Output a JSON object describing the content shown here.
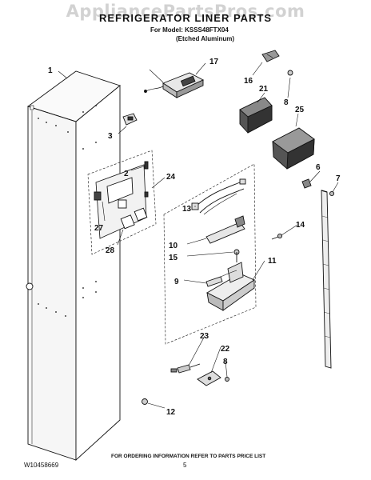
{
  "header": {
    "watermark": "AppliancePartsPros.com",
    "title": "REFRIGERATOR LINER PARTS",
    "model_line": "For Model: KSSS48FTX04",
    "finish_line": "(Etched Aluminum)"
  },
  "callouts": {
    "c1": "1",
    "c2": "2",
    "c3": "3",
    "c6": "6",
    "c7": "7",
    "c8a": "8",
    "c8b": "8",
    "c9": "9",
    "c10": "10",
    "c11": "11",
    "c12": "12",
    "c13": "13",
    "c14": "14",
    "c15": "15",
    "c16": "16",
    "c17": "17",
    "c21": "21",
    "c22": "22",
    "c23": "23",
    "c24": "24",
    "c25": "25",
    "c27": "27",
    "c28": "28"
  },
  "footer": {
    "doc_number": "W10458669",
    "order_info": "FOR ORDERING INFORMATION REFER TO PARTS PRICE LIST",
    "page_number": "5"
  }
}
